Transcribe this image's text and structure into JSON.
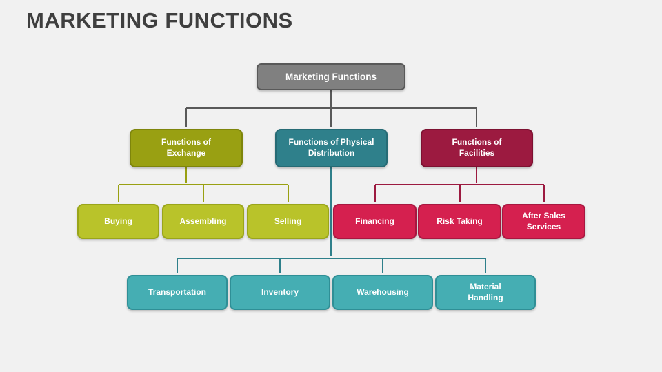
{
  "slide": {
    "title": "MARKETING FUNCTIONS"
  },
  "palette": {
    "background": "#f1f1f1",
    "title_text": "#3f3f3f",
    "node_text": "#ffffff",
    "gray_fill": "#808080",
    "gray_border": "#595959",
    "olive_fill": "#99a012",
    "olive_border": "#7e850b",
    "olive_light_fill": "#b9c32a",
    "olive_light_border": "#9aa51a",
    "teal_fill": "#2f808b",
    "teal_border": "#266b75",
    "teal_light_fill": "#45aeb3",
    "teal_light_border": "#2f8f96",
    "maroon_fill": "#9c1a40",
    "maroon_border": "#7d1131",
    "crimson_fill": "#d5204f",
    "crimson_border": "#a81740"
  },
  "diagram": {
    "root": {
      "label": "Marketing Functions"
    },
    "branches": [
      {
        "label": "Functions of\nExchange",
        "children": [
          {
            "label": "Buying"
          },
          {
            "label": "Assembling"
          },
          {
            "label": "Selling"
          }
        ]
      },
      {
        "label": "Functions of Physical\nDistribution",
        "children": [
          {
            "label": "Transportation"
          },
          {
            "label": "Inventory"
          },
          {
            "label": "Warehousing"
          },
          {
            "label": "Material\nHandling"
          }
        ]
      },
      {
        "label": "Functions of\nFacilities",
        "children": [
          {
            "label": "Financing"
          },
          {
            "label": "Risk Taking"
          },
          {
            "label": "After Sales\nServices"
          }
        ]
      }
    ]
  }
}
